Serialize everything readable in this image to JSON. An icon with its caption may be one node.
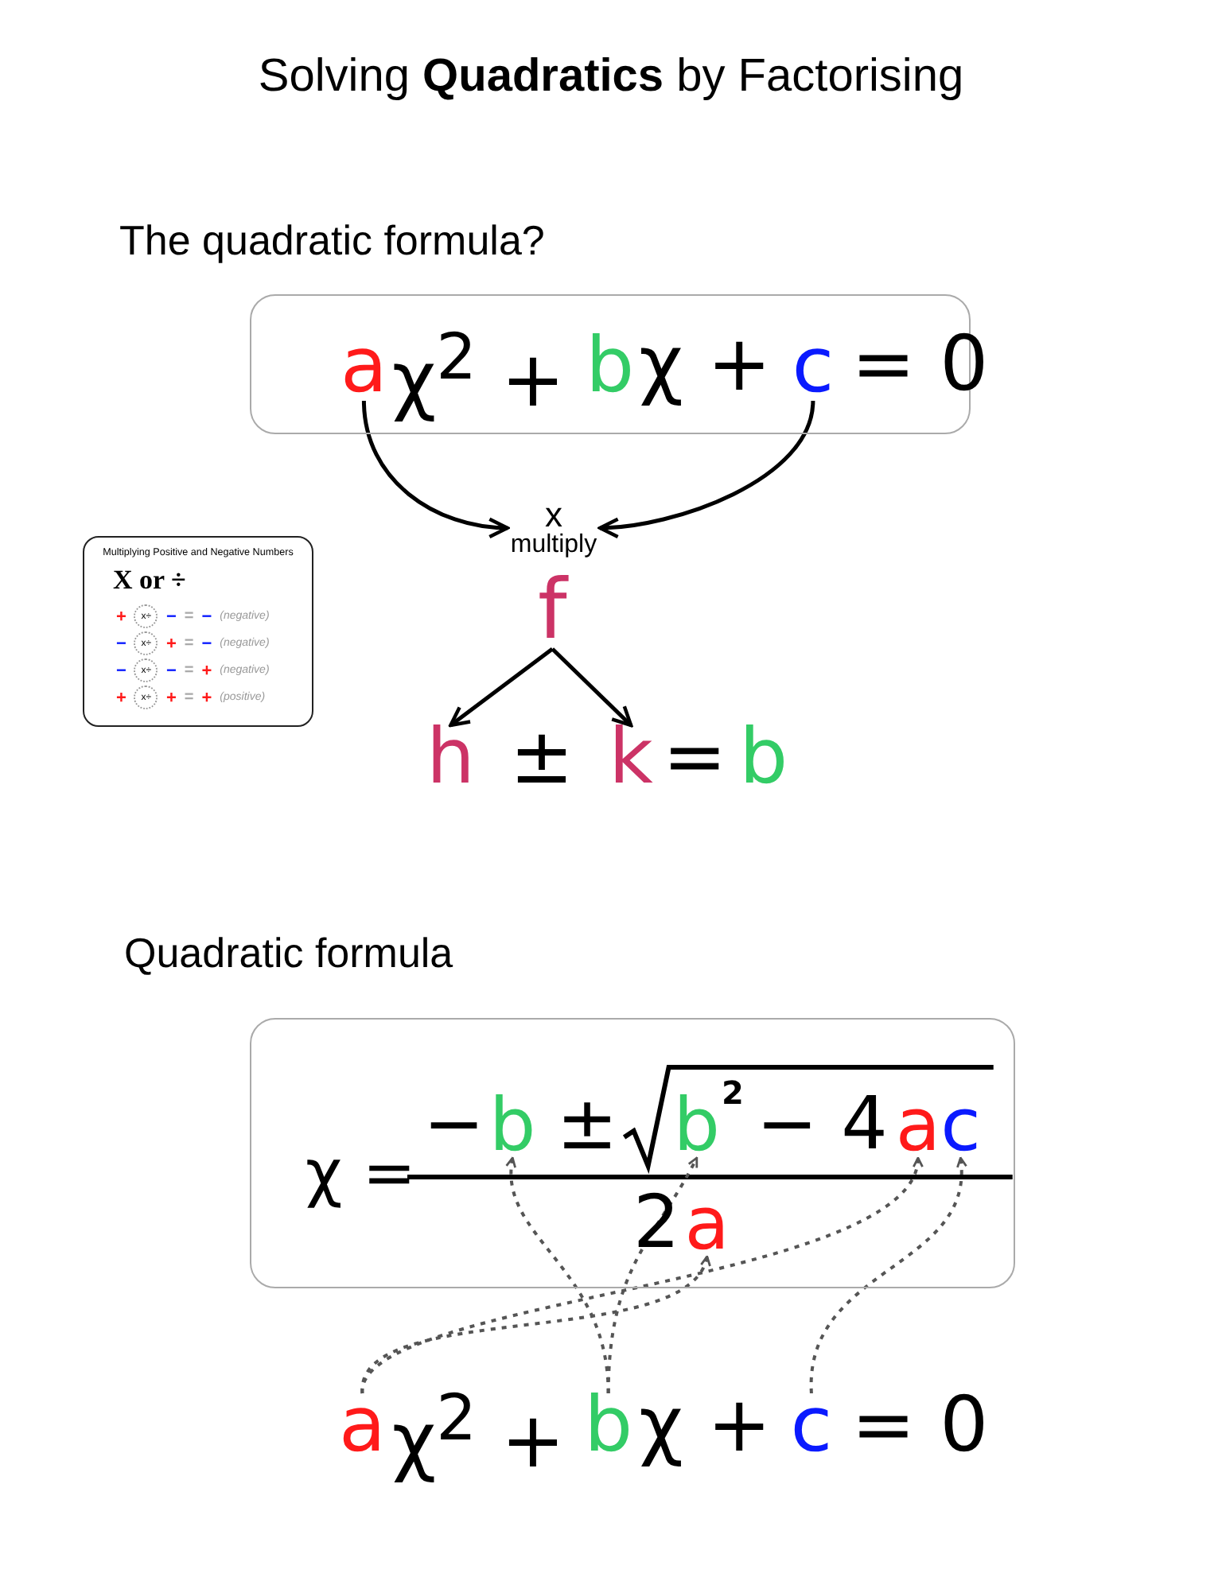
{
  "diagram": {
    "title": "Solving **Quadratics** by Factorising",
    "nodes": [
      {
        "text": [],
        "shape": "box"
      },
      {
        "text": [
          "a"
        ],
        "in": 0
      },
      {
        "text": [
          "b"
        ],
        "in": 0
      },
      {
        "text": [
          "c"
        ],
        "in": 0
      },
      {
        "text": [
          "x",
          "multiply"
        ]
      },
      {
        "text": [
          "Multiplying Positive and Negative Numbers",
          "X or ÷",
          "+ x÷ − = − (negative)",
          "− x÷ + = − (negative)",
          "− x÷ − = + (negative)",
          "+ x÷ + = + (positive)"
        ]
      },
      {
        "text": [
          "f"
        ]
      },
      {
        "text": [
          "h"
        ]
      },
      {
        "text": [
          "k"
        ]
      },
      {
        "text": [],
        "shape": "box"
      },
      {
        "text": [
          "b"
        ],
        "in": 9
      },
      {
        "text": [
          "b"
        ],
        "in": 9
      },
      {
        "text": [
          "a"
        ],
        "in": 9
      },
      {
        "text": [
          "c"
        ],
        "in": 9
      },
      {
        "text": [
          "a"
        ],
        "in": 9
      },
      {
        "text": [
          "a"
        ]
      },
      {
        "text": [
          "b"
        ]
      },
      {
        "text": [
          "c"
        ]
      }
    ],
    "edges": [
      {
        "from": 1,
        "to": 4,
        "arrow": "to"
      },
      {
        "from": 3,
        "to": 4,
        "arrow": "to"
      },
      {
        "from": 6,
        "to": 7,
        "arrow": "to"
      },
      {
        "from": 6,
        "to": 8,
        "arrow": "to"
      },
      {
        "from": 15,
        "to": 14,
        "arrow": "to",
        "style": "dashed",
        "color": "#555555"
      },
      {
        "from": 15,
        "to": 12,
        "arrow": "to",
        "style": "dashed",
        "color": "#555555"
      },
      {
        "from": 16,
        "to": 10,
        "arrow": "to",
        "style": "dashed",
        "color": "#555555"
      },
      {
        "from": 16,
        "to": 11,
        "arrow": "to",
        "style": "dashed",
        "color": "#555555"
      },
      {
        "from": 17,
        "to": 13,
        "arrow": "to",
        "style": "dashed",
        "color": "#555555"
      }
    ],
    "labels": [
      "The quadratic formula?",
      "χ$^{2}$ +",
      "χ +",
      "= 0",
      "±",
      "=",
      "b",
      "Quadratic formula",
      "χ =",
      "−",
      "±",
      "2",
      "− 4",
      "2",
      "χ$^{2}$ +",
      "χ +",
      "= 0"
    ]
  }
}
